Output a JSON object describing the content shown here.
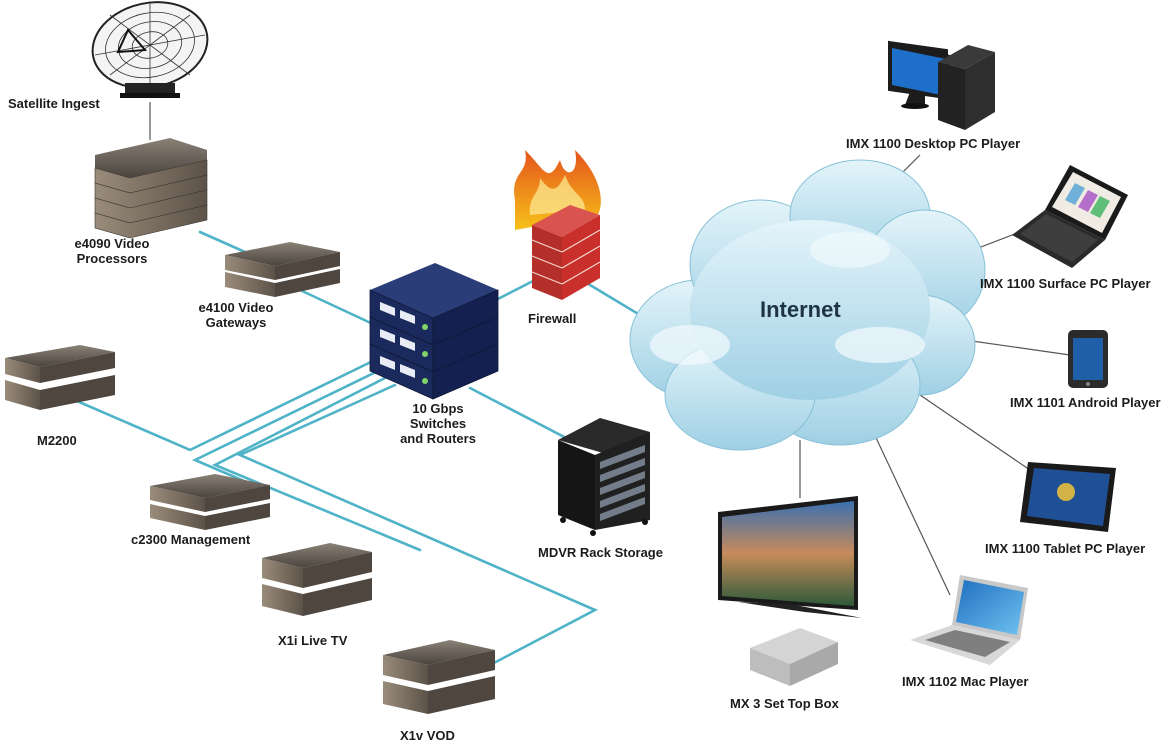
{
  "diagram": {
    "nodes": {
      "satellite": {
        "label": "Satellite Ingest",
        "icon": "satellite-dish-icon"
      },
      "e4090": {
        "label_lines": [
          "e4090 Video",
          "Processors"
        ],
        "icon": "server-stack-icon"
      },
      "e4100": {
        "label_lines": [
          "e4100 Video",
          "Gateways"
        ],
        "icon": "server-pair-icon"
      },
      "switches": {
        "label_lines": [
          "10 Gbps",
          "Switches",
          "and Routers"
        ],
        "icon": "network-switch-icon"
      },
      "firewall": {
        "label": "Firewall",
        "icon": "firewall-icon"
      },
      "internet": {
        "label": "Internet",
        "icon": "cloud-icon"
      },
      "m2200": {
        "label": "M2200",
        "icon": "server-pair-icon"
      },
      "c2300": {
        "label": "c2300 Management",
        "icon": "server-pair-icon"
      },
      "x1i": {
        "label": "X1i Live TV",
        "icon": "server-pair-icon"
      },
      "x1v": {
        "label": "X1v VOD",
        "icon": "server-pair-icon"
      },
      "mdvr": {
        "label": "MDVR Rack Storage",
        "icon": "server-rack-icon"
      },
      "desktop": {
        "label": "IMX 1100 Desktop  PC Player",
        "icon": "desktop-pc-icon"
      },
      "surface": {
        "label": "IMX 1100 Surface PC Player",
        "icon": "laptop-icon"
      },
      "android": {
        "label": "IMX 1101 Android Player",
        "icon": "smartphone-icon"
      },
      "tablet": {
        "label": "IMX 1100 Tablet PC Player",
        "icon": "tablet-icon"
      },
      "mac": {
        "label": "IMX 1102 Mac Player",
        "icon": "macbook-icon"
      },
      "stb": {
        "label": "MX 3 Set Top Box",
        "icon": "set-top-box-icon"
      },
      "tv": {
        "icon": "television-icon"
      }
    },
    "colors": {
      "link": "#4fb3c8",
      "thin_link": "#555555",
      "cloud": "#bfe3f0",
      "switch": "#1b2a5c",
      "server": "#6b6257",
      "firewall_brick": "#c9302c",
      "flame": "#f28a1e"
    }
  }
}
